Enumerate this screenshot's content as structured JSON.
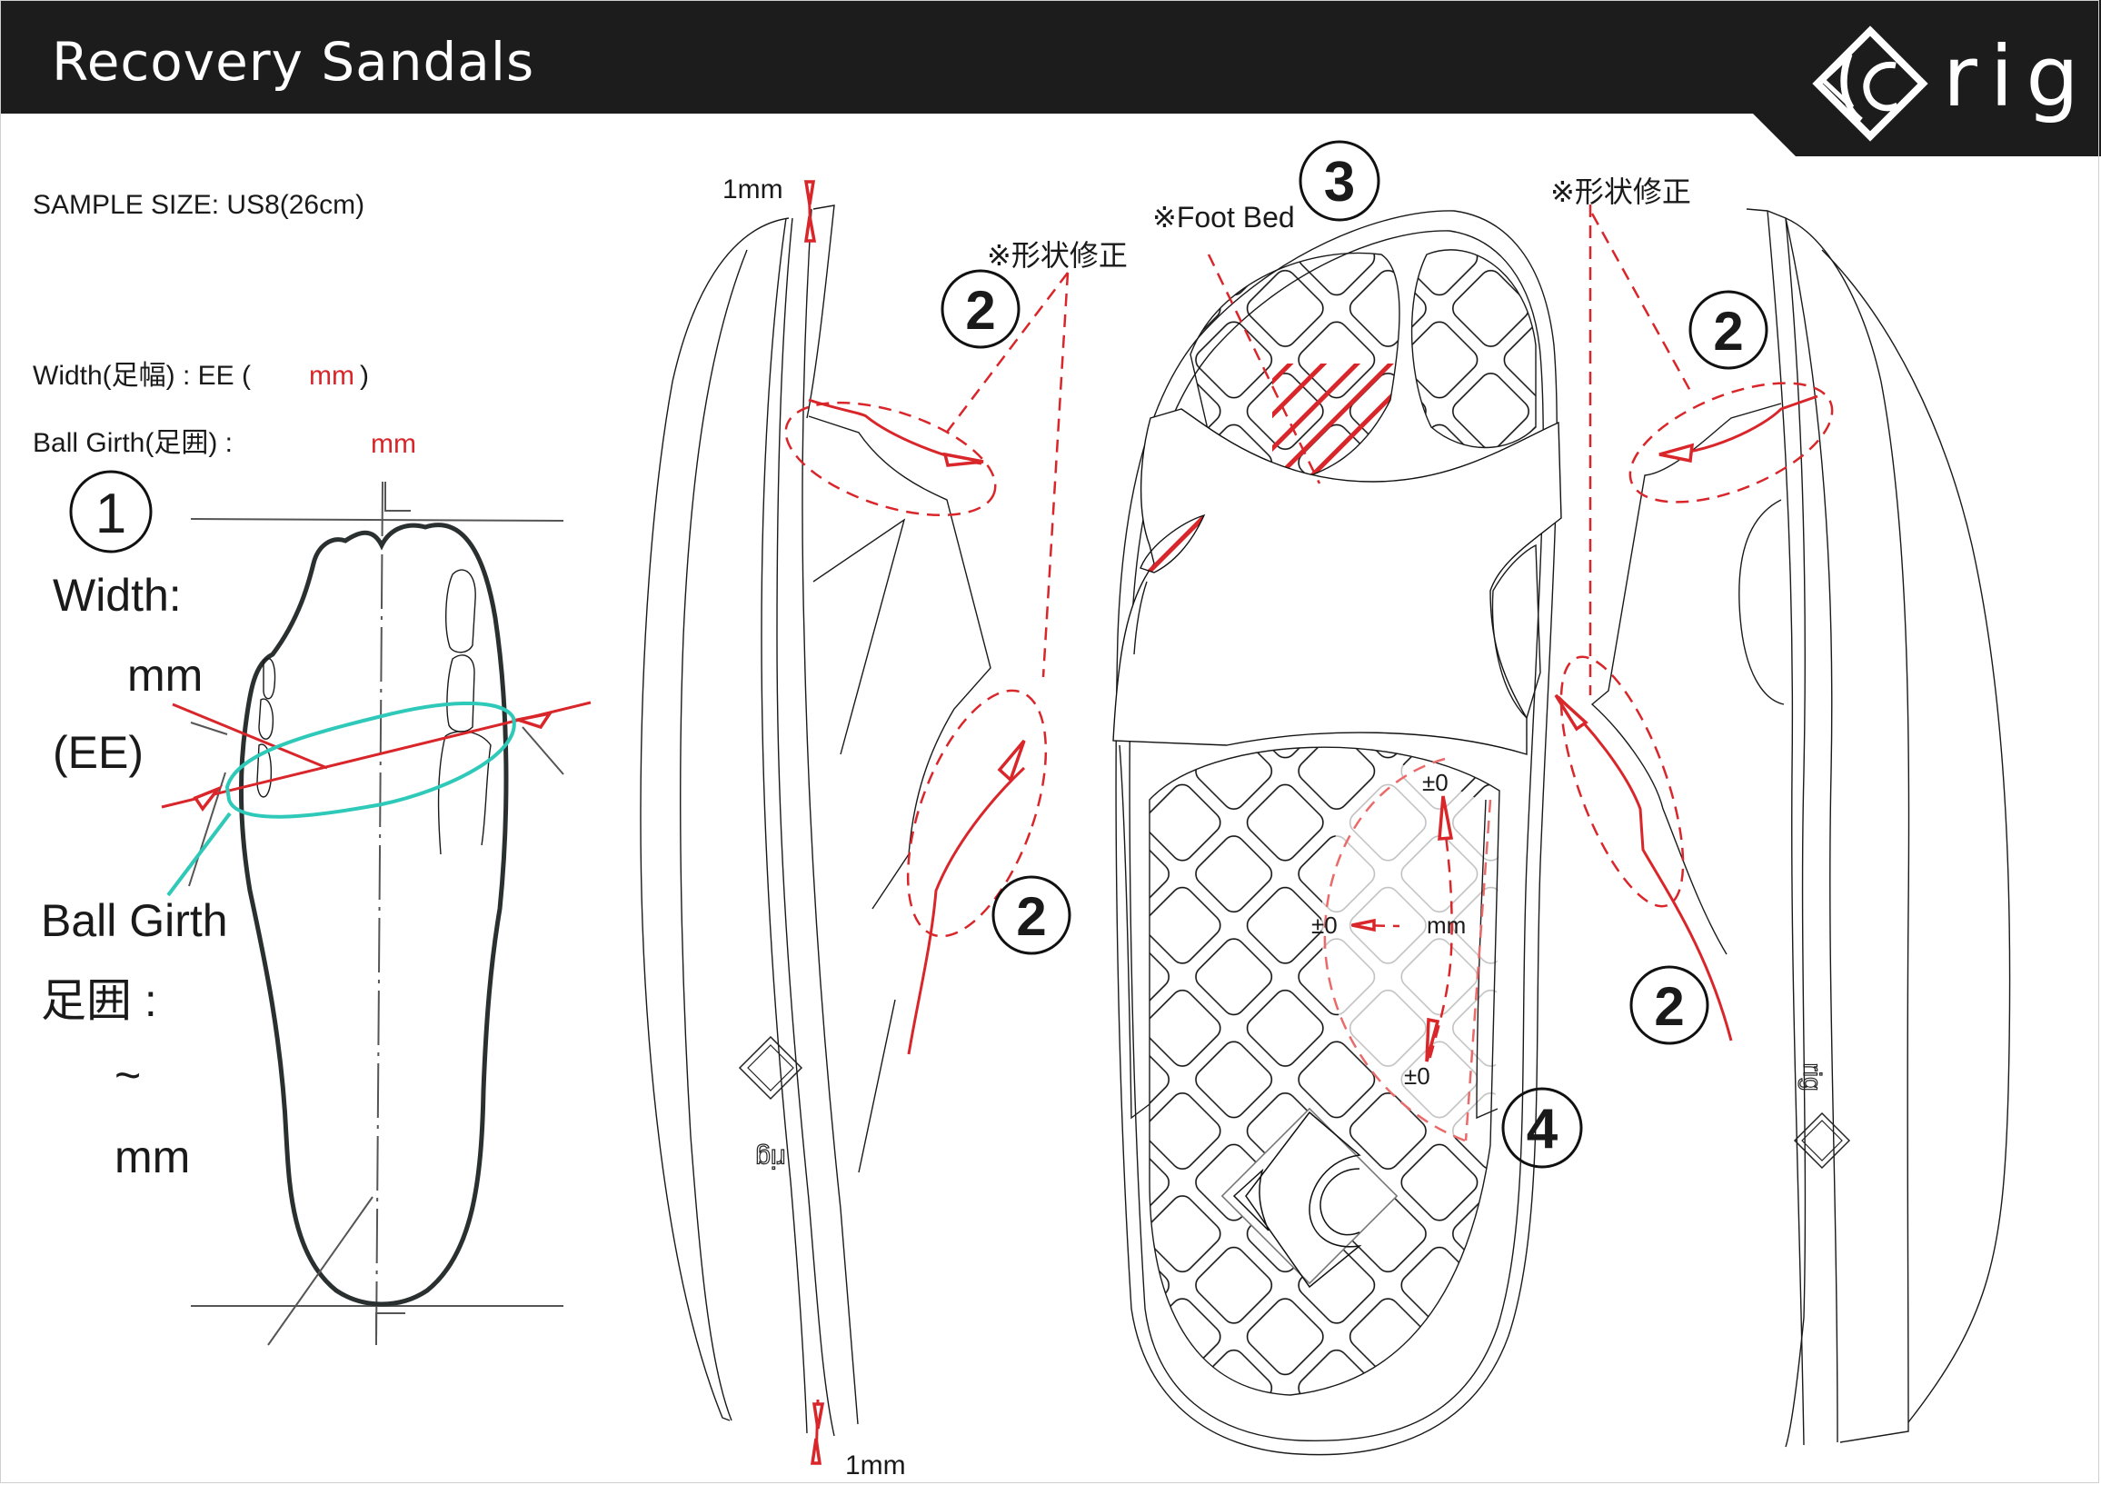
{
  "header": {
    "title": "Recovery Sandals",
    "brand": "rig",
    "background_color": "#1c1c1c",
    "text_color": "#ffffff"
  },
  "specs": {
    "sample_size": "SAMPLE SIZE: US8(26cm)",
    "width_label": "Width(足幅) : EE (",
    "width_value_unit": "mm",
    "width_close": ")",
    "ball_girth_label": "Ball Girth(足囲) :",
    "ball_girth_value_unit": "mm"
  },
  "foot_diagram": {
    "marker": "①",
    "width_title": "Width:",
    "width_unit": "mm",
    "width_fitting": "(EE)",
    "ball_girth_title": "Ball Girth",
    "ball_girth_jp": "足囲 :",
    "range_sep": "~",
    "ball_girth_unit": "mm",
    "width_line_color": "#d9262a",
    "girth_loop_color": "#2ec9b9"
  },
  "annotations": {
    "thickness_top": "1mm",
    "thickness_bottom": "1mm",
    "shape_fix_left": "※形状修正",
    "shape_fix_right": "※形状修正",
    "foot_bed": "※Foot Bed",
    "marker_2": "②",
    "marker_3": "③",
    "marker_4": "④",
    "tol_top": "±0",
    "tol_left": "±0",
    "tol_bottom": "±0",
    "tol_unit": "mm",
    "accent_color": "#d9262a"
  },
  "embossed_logo": {
    "left_side": "rig",
    "right_side": "rig"
  }
}
